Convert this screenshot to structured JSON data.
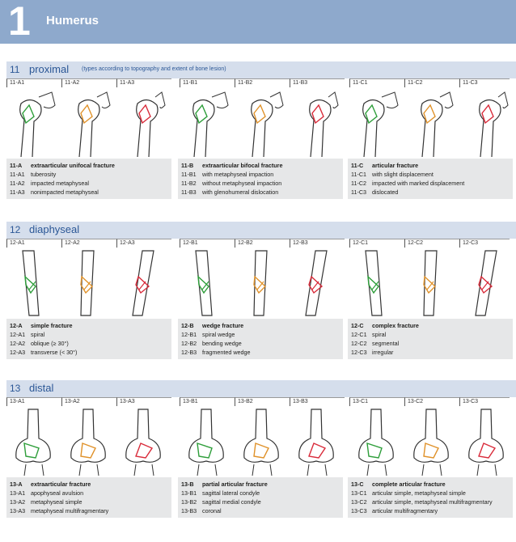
{
  "chapter": {
    "number": "1",
    "title": "Humerus"
  },
  "colors": {
    "header": "#8ea9cc",
    "section": "#d5deec",
    "accent": "#2b5796",
    "desc_bg": "#e6e7e8",
    "group_a": "#2e9e3a",
    "group_b": "#e0922a",
    "group_c": "#d92b3a"
  },
  "sections": [
    {
      "number": "11",
      "name": "proximal",
      "note": "(types according to topography and extent of bone lesion)",
      "codes": [
        "11-A1",
        "11-A2",
        "11-A3",
        "11-B1",
        "11-B2",
        "11-B3",
        "11-C1",
        "11-C2",
        "11-C3"
      ],
      "illustrations": [
        {
          "bone": "proximal",
          "color": "green"
        },
        {
          "bone": "proximal",
          "color": "orange"
        },
        {
          "bone": "proximal",
          "color": "red"
        },
        {
          "bone": "proximal",
          "color": "green"
        },
        {
          "bone": "proximal",
          "color": "orange"
        },
        {
          "bone": "proximal",
          "color": "red"
        },
        {
          "bone": "proximal",
          "color": "green"
        },
        {
          "bone": "proximal",
          "color": "orange"
        },
        {
          "bone": "proximal",
          "color": "red"
        }
      ],
      "groups": [
        {
          "code": "11-A",
          "title": "extraarticular unifocal fracture",
          "items": [
            [
              "11-A1",
              "tuberosity"
            ],
            [
              "11-A2",
              "impacted metaphyseal"
            ],
            [
              "11-A3",
              "nonimpacted metaphyseal"
            ]
          ]
        },
        {
          "code": "11-B",
          "title": "extraarticular bifocal fracture",
          "items": [
            [
              "11-B1",
              "with metaphyseal impaction"
            ],
            [
              "11-B2",
              "without metaphyseal impaction"
            ],
            [
              "11-B3",
              "with glenohumeral dislocation"
            ]
          ]
        },
        {
          "code": "11-C",
          "title": "articular fracture",
          "items": [
            [
              "11-C1",
              "with slight displacement"
            ],
            [
              "11-C2",
              "impacted with marked displacement"
            ],
            [
              "11-C3",
              "dislocated"
            ]
          ]
        }
      ]
    },
    {
      "number": "12",
      "name": "diaphyseal",
      "note": "",
      "codes": [
        "12-A1",
        "12-A2",
        "12-A3",
        "12-B1",
        "12-B2",
        "12-B3",
        "12-C1",
        "12-C2",
        "12-C3"
      ],
      "illustrations": [
        {
          "bone": "shaft",
          "color": "green"
        },
        {
          "bone": "shaft",
          "color": "orange"
        },
        {
          "bone": "shaft",
          "color": "red"
        },
        {
          "bone": "shaft",
          "color": "green"
        },
        {
          "bone": "shaft",
          "color": "orange"
        },
        {
          "bone": "shaft",
          "color": "red"
        },
        {
          "bone": "shaft",
          "color": "green"
        },
        {
          "bone": "shaft",
          "color": "orange"
        },
        {
          "bone": "shaft",
          "color": "red"
        }
      ],
      "groups": [
        {
          "code": "12-A",
          "title": "simple fracture",
          "items": [
            [
              "12-A1",
              "spiral"
            ],
            [
              "12-A2",
              "oblique (≥ 30°)"
            ],
            [
              "12-A3",
              "transverse (< 30°)"
            ]
          ]
        },
        {
          "code": "12-B",
          "title": "wedge fracture",
          "items": [
            [
              "12-B1",
              "spiral wedge"
            ],
            [
              "12-B2",
              "bending wedge"
            ],
            [
              "12-B3",
              "fragmented wedge"
            ]
          ]
        },
        {
          "code": "12-C",
          "title": "complex fracture",
          "items": [
            [
              "12-C1",
              "spiral"
            ],
            [
              "12-C2",
              "segmental"
            ],
            [
              "12-C3",
              "irregular"
            ]
          ]
        }
      ]
    },
    {
      "number": "13",
      "name": "distal",
      "note": "",
      "codes": [
        "13-A1",
        "13-A2",
        "13-A3",
        "13-B1",
        "13-B2",
        "13-B3",
        "13-C1",
        "13-C2",
        "13-C3"
      ],
      "illustrations": [
        {
          "bone": "distal",
          "color": "green"
        },
        {
          "bone": "distal",
          "color": "orange"
        },
        {
          "bone": "distal",
          "color": "red"
        },
        {
          "bone": "distal",
          "color": "green"
        },
        {
          "bone": "distal",
          "color": "orange"
        },
        {
          "bone": "distal",
          "color": "red"
        },
        {
          "bone": "distal",
          "color": "green"
        },
        {
          "bone": "distal",
          "color": "orange"
        },
        {
          "bone": "distal",
          "color": "red"
        }
      ],
      "groups": [
        {
          "code": "13-A",
          "title": "extraarticular fracture",
          "items": [
            [
              "13-A1",
              "apophyseal avulsion"
            ],
            [
              "13-A2",
              "metaphyseal simple"
            ],
            [
              "13-A3",
              "metaphyseal multifragmentary"
            ]
          ]
        },
        {
          "code": "13-B",
          "title": "partial articular fracture",
          "items": [
            [
              "13-B1",
              "sagittal lateral condyle"
            ],
            [
              "13-B2",
              "sagittal medial condyle"
            ],
            [
              "13-B3",
              "coronal"
            ]
          ]
        },
        {
          "code": "13-C",
          "title": "complete articular fracture",
          "items": [
            [
              "13-C1",
              "articular simple, metaphyseal simple"
            ],
            [
              "13-C2",
              "articular simple, metaphyseal multifragmentary"
            ],
            [
              "13-C3",
              "articular multifragmentary"
            ]
          ]
        }
      ]
    }
  ]
}
